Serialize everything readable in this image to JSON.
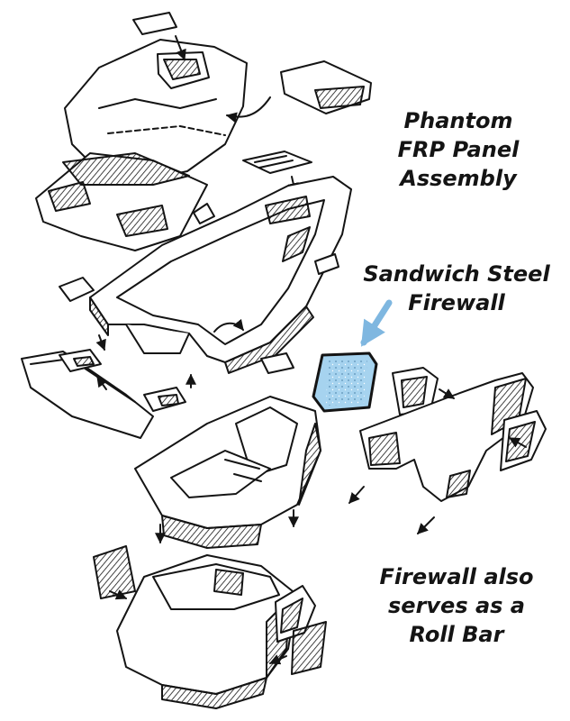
{
  "labels": {
    "assembly": [
      "Phantom",
      "FRP Panel",
      "Assembly"
    ],
    "firewall": [
      "Sandwich Steel",
      "Firewall"
    ],
    "rollbar": [
      "Firewall also",
      "serves as a",
      "Roll Bar"
    ]
  },
  "colors": {
    "ink": "#141414",
    "paper": "#ffffff",
    "firewall_fill": "#a6d3ef",
    "pointer": "#7fb7e0"
  },
  "icons": {
    "pointer": "arrow-icon"
  }
}
